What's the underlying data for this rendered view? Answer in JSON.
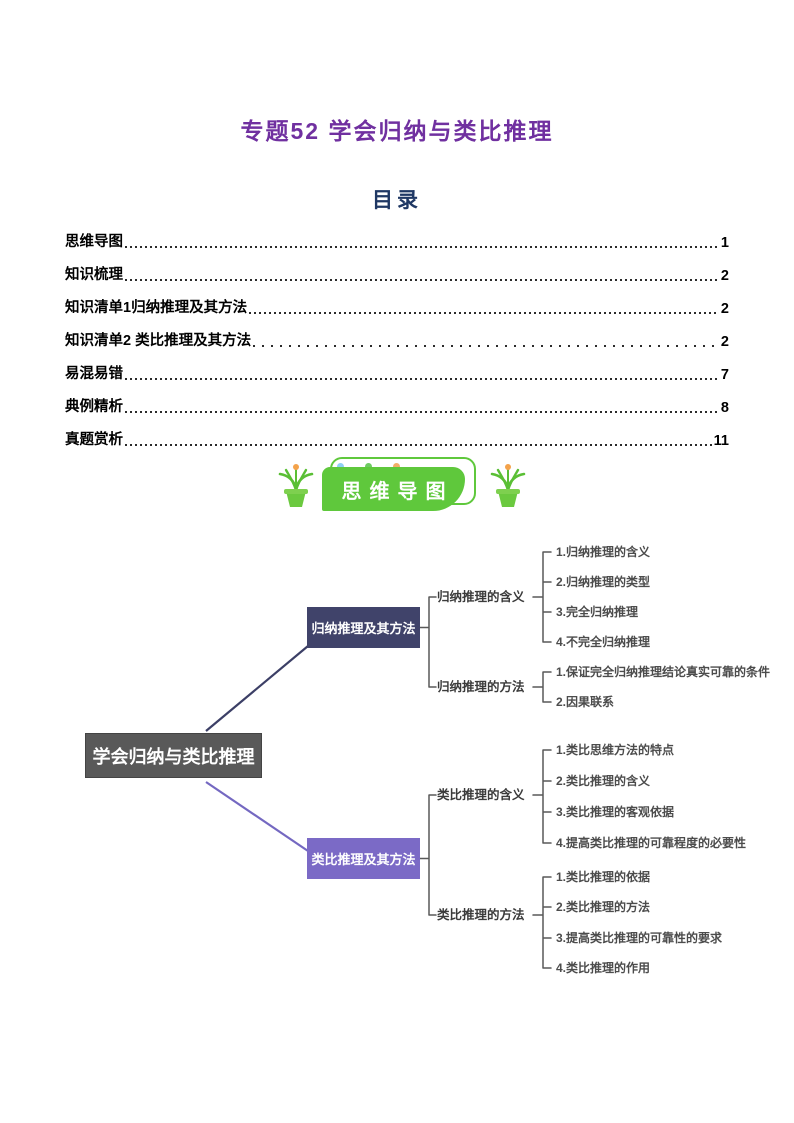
{
  "doc": {
    "title": "专题52 学会归纳与类比推理",
    "toc_heading": "目录"
  },
  "toc": {
    "items": [
      {
        "label": "思维导图",
        "page": "1"
      },
      {
        "label": "知识梳理",
        "page": "2"
      },
      {
        "label": "知识清单1归纳推理及其方法",
        "page": "2"
      },
      {
        "label": "知识清单2 类比推理及其方法",
        "page": "2"
      },
      {
        "label": "易混易错",
        "page": "7"
      },
      {
        "label": "典例精析",
        "page": "8"
      },
      {
        "label": "真题赏析",
        "page": "11"
      }
    ]
  },
  "banner": {
    "label": "思维导图"
  },
  "mindmap": {
    "root": "学会归纳与类比推理",
    "branches": [
      {
        "label": "归纳推理及其方法",
        "groups": [
          {
            "label": "归纳推理的含义",
            "items": [
              "1.归纳推理的含义",
              "2.归纳推理的类型",
              "3.完全归纳推理",
              "4.不完全归纳推理"
            ]
          },
          {
            "label": "归纳推理的方法",
            "items": [
              "1.保证完全归纳推理结论真实可靠的条件",
              "2.因果联系"
            ]
          }
        ]
      },
      {
        "label": "类比推理及其方法",
        "groups": [
          {
            "label": "类比推理的含义",
            "items": [
              "1.类比思维方法的特点",
              "2.类比推理的含义",
              "3.类比推理的客观依据",
              "4.提高类比推理的可靠程度的必要性"
            ]
          },
          {
            "label": "类比推理的方法",
            "items": [
              "1.类比推理的依据",
              "2.类比推理的方法",
              "3.提高类比推理的可靠性的要求",
              "4.类比推理的作用"
            ]
          }
        ]
      }
    ]
  },
  "colors": {
    "title_purple": "#7030A0",
    "toc_heading_navy": "#1F3864",
    "banner_green": "#5fc83c",
    "dot_blue": "#8fd0f2",
    "dot_green": "#6fcb62",
    "dot_orange": "#f3ae67",
    "root_gray": "#595959",
    "branch_navy": "#40436a",
    "branch_purple": "#7b6ac6",
    "connector_gray": "#595959"
  }
}
